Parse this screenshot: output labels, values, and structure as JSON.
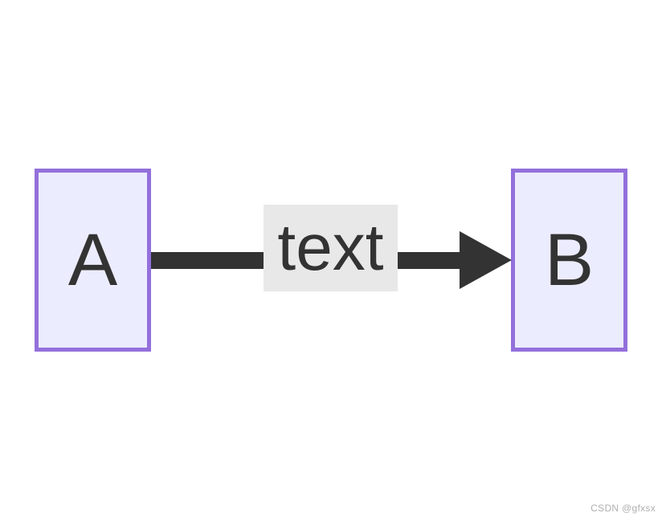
{
  "diagram": {
    "type": "flowchart-LR",
    "nodes": [
      {
        "id": "A",
        "label": "A"
      },
      {
        "id": "B",
        "label": "B"
      }
    ],
    "edges": [
      {
        "from": "A",
        "to": "B",
        "label": "text",
        "style": "thick-arrow"
      }
    ]
  },
  "colors": {
    "node_fill": "#ECECFF",
    "node_border": "#9370DB",
    "edge_stroke": "#333333",
    "edge_label_background": "#e8e8e8",
    "text": "#333333",
    "watermark": "#b0b0b0",
    "background": "#ffffff"
  },
  "watermark": {
    "text": "CSDN @gfxsx"
  }
}
